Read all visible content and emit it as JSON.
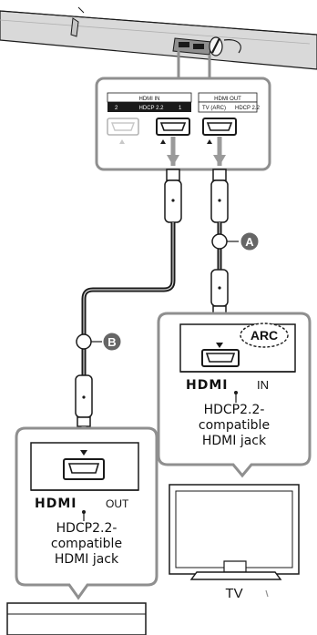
{
  "soundbar_panel": {
    "hdmi_in_header": "HDMI IN",
    "hdmi_in_sub": "HDCP 2.2",
    "port_2": "2",
    "port_1": "1",
    "hdmi_out_header": "HDMI OUT",
    "hdmi_out_sub": "TV (ARC)",
    "hdmi_out_hdcp": "HDCP 2.2"
  },
  "cables": {
    "cable_a_label": "A",
    "cable_b_label": "B"
  },
  "tv_callout": {
    "arc_label": "ARC",
    "hdmi_logo": "HDMI",
    "port_label": "IN",
    "description_line1": "HDCP2.2-",
    "description_line2": "compatible",
    "description_line3": "HDMI jack"
  },
  "source_callout": {
    "hdmi_logo": "HDMI",
    "port_label": "OUT",
    "description_line1": "HDCP2.2-",
    "description_line2": "compatible",
    "description_line3": "HDMI jack"
  },
  "tv": {
    "label": "TV"
  },
  "colors": {
    "line": "#1a1a1a",
    "cable_grey": "#9a9a9a",
    "panel_border": "#8f8f8f",
    "bar_grey": "#d9d9d9"
  }
}
